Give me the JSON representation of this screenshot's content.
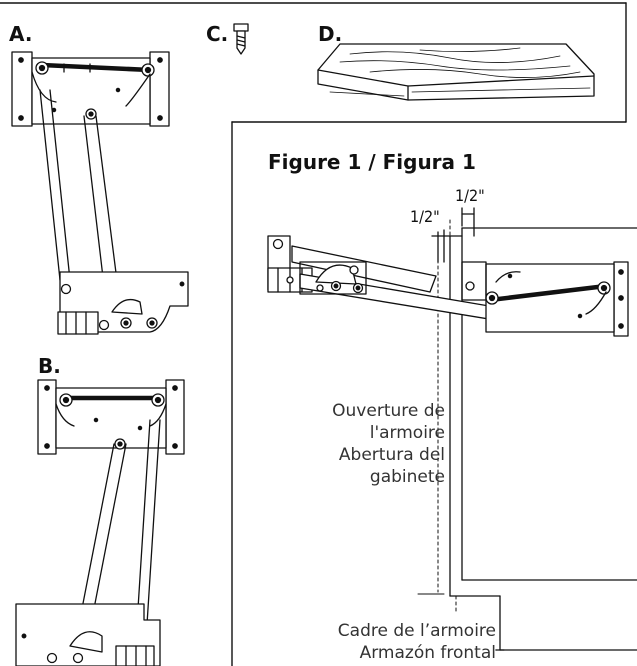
{
  "parts": {
    "a": "A.",
    "b": "B.",
    "c": "C.",
    "d": "D."
  },
  "figure": {
    "title": "Figure 1 / Figura 1",
    "dim_top": "1/2\"",
    "dim_left": "1/2\""
  },
  "labels": {
    "opening_fr": "Ouverture de",
    "opening_fr2": "l'armoire",
    "opening_es": "Abertura del",
    "opening_es2": "gabinete",
    "frame_fr": "Cadre de l’armoire",
    "frame_es": "Armazón frontal"
  }
}
